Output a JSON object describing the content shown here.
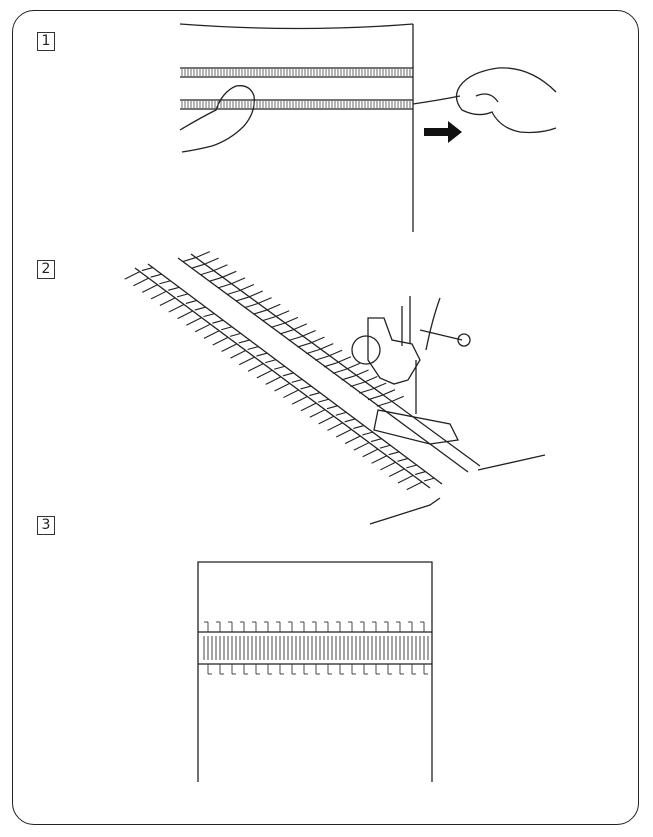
{
  "steps": [
    {
      "number": "1",
      "illustration": "pulling-thread-from-fabric"
    },
    {
      "number": "2",
      "illustration": "sewing-machine-presser-foot-stitching"
    },
    {
      "number": "3",
      "illustration": "finished-seam-with-stitching"
    }
  ],
  "colors": {
    "line": "#222222",
    "background": "#ffffff"
  },
  "icons": {
    "arrow": "arrow-right-icon"
  }
}
